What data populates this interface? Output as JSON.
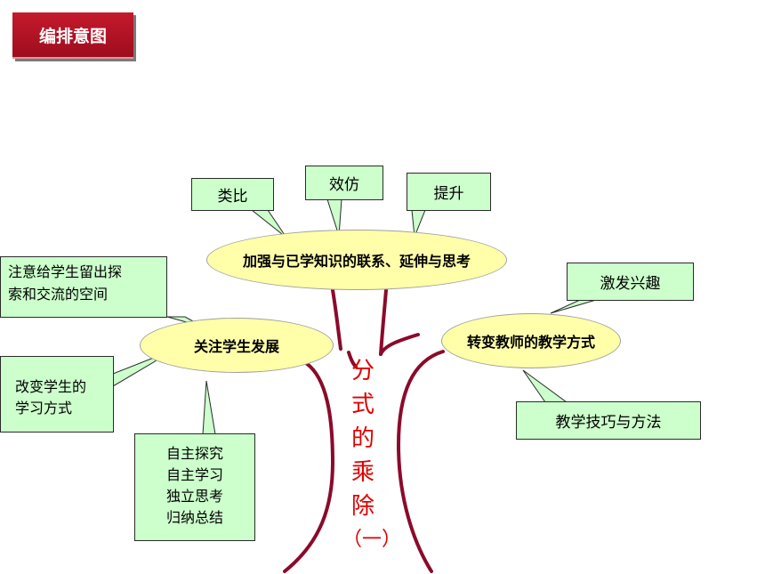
{
  "title": "编排意图",
  "center_title": {
    "chars": [
      "分",
      "式",
      "的",
      "乘",
      "除"
    ],
    "sub": "（一）"
  },
  "nodes": {
    "top": "加强与已学知识的联系、延伸与思考",
    "left": "关注学生发展",
    "right": "转变教师的教学方式"
  },
  "callouts": {
    "leibi": "类比",
    "xiaofang": "效仿",
    "tisheng": "提升",
    "zhuyi": [
      "注意给学生留出探",
      "索和交流的空间"
    ],
    "gaibian": [
      "改变学生的",
      "学习方式"
    ],
    "zizhu": [
      "自主探究",
      "自主学习",
      "独立思考",
      "归纳总结"
    ],
    "jifa": "激发兴趣",
    "jiqiao": "教学技巧与方法"
  },
  "colors": {
    "trunk": "#8b0a2a",
    "ellipse_fill": "#ffffaa",
    "callout_fill": "#ccffcc",
    "title_red": "#e00000",
    "header_fill": "#b01020"
  }
}
